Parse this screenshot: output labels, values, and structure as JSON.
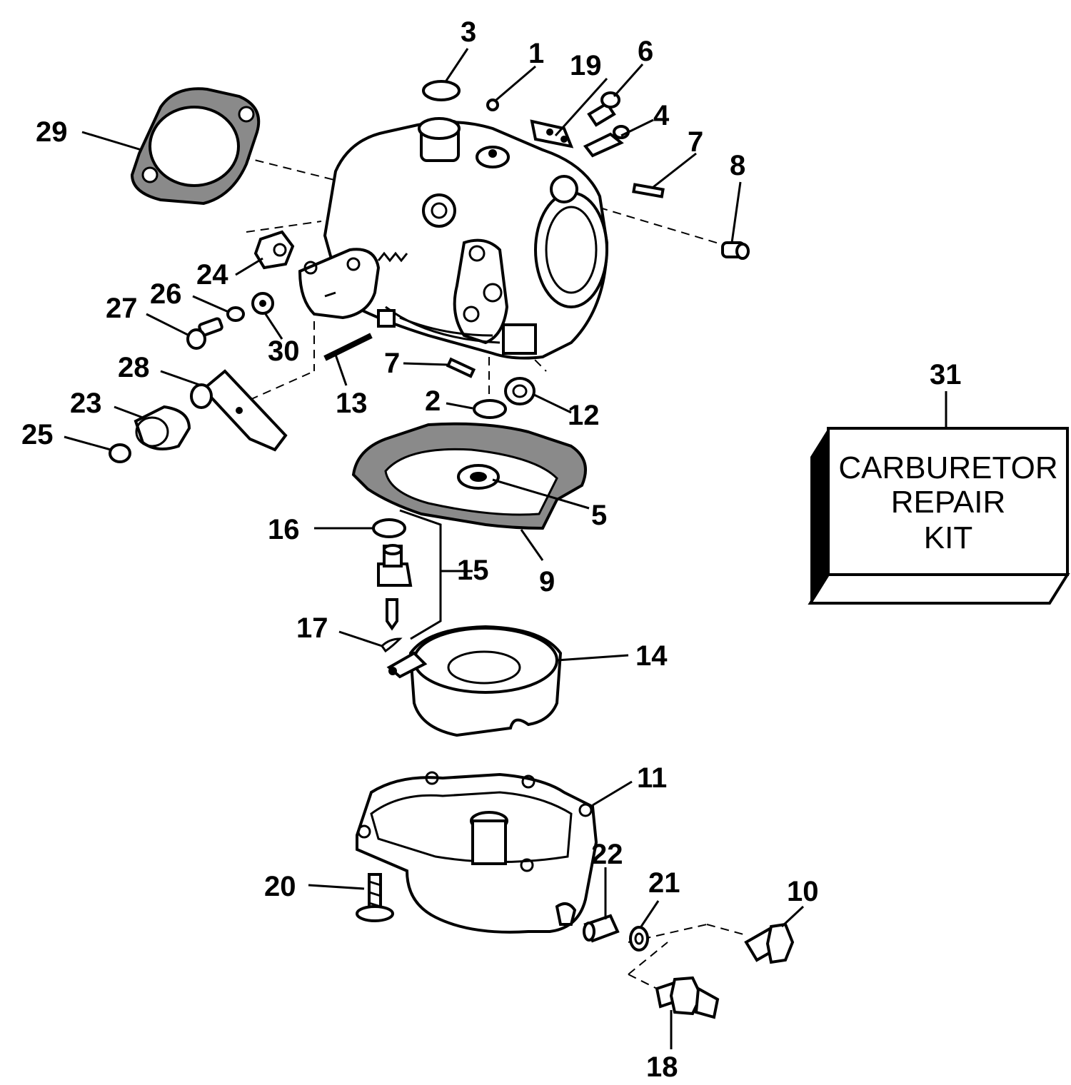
{
  "callouts": [
    "1",
    "2",
    "3",
    "4",
    "5",
    "6",
    "7",
    "8",
    "9",
    "10",
    "11",
    "12",
    "13",
    "14",
    "15",
    "16",
    "17",
    "18",
    "19",
    "20",
    "21",
    "22",
    "23",
    "24",
    "25",
    "26",
    "27",
    "28",
    "29",
    "30",
    "31"
  ],
  "repeat_callouts": [
    "7"
  ],
  "kit": {
    "line1": "CARBURETOR",
    "line2": "REPAIR",
    "line3": "KIT"
  },
  "icons": [
    "carburetor-body",
    "float-bowl",
    "float",
    "gasket",
    "repair-kit-box"
  ]
}
